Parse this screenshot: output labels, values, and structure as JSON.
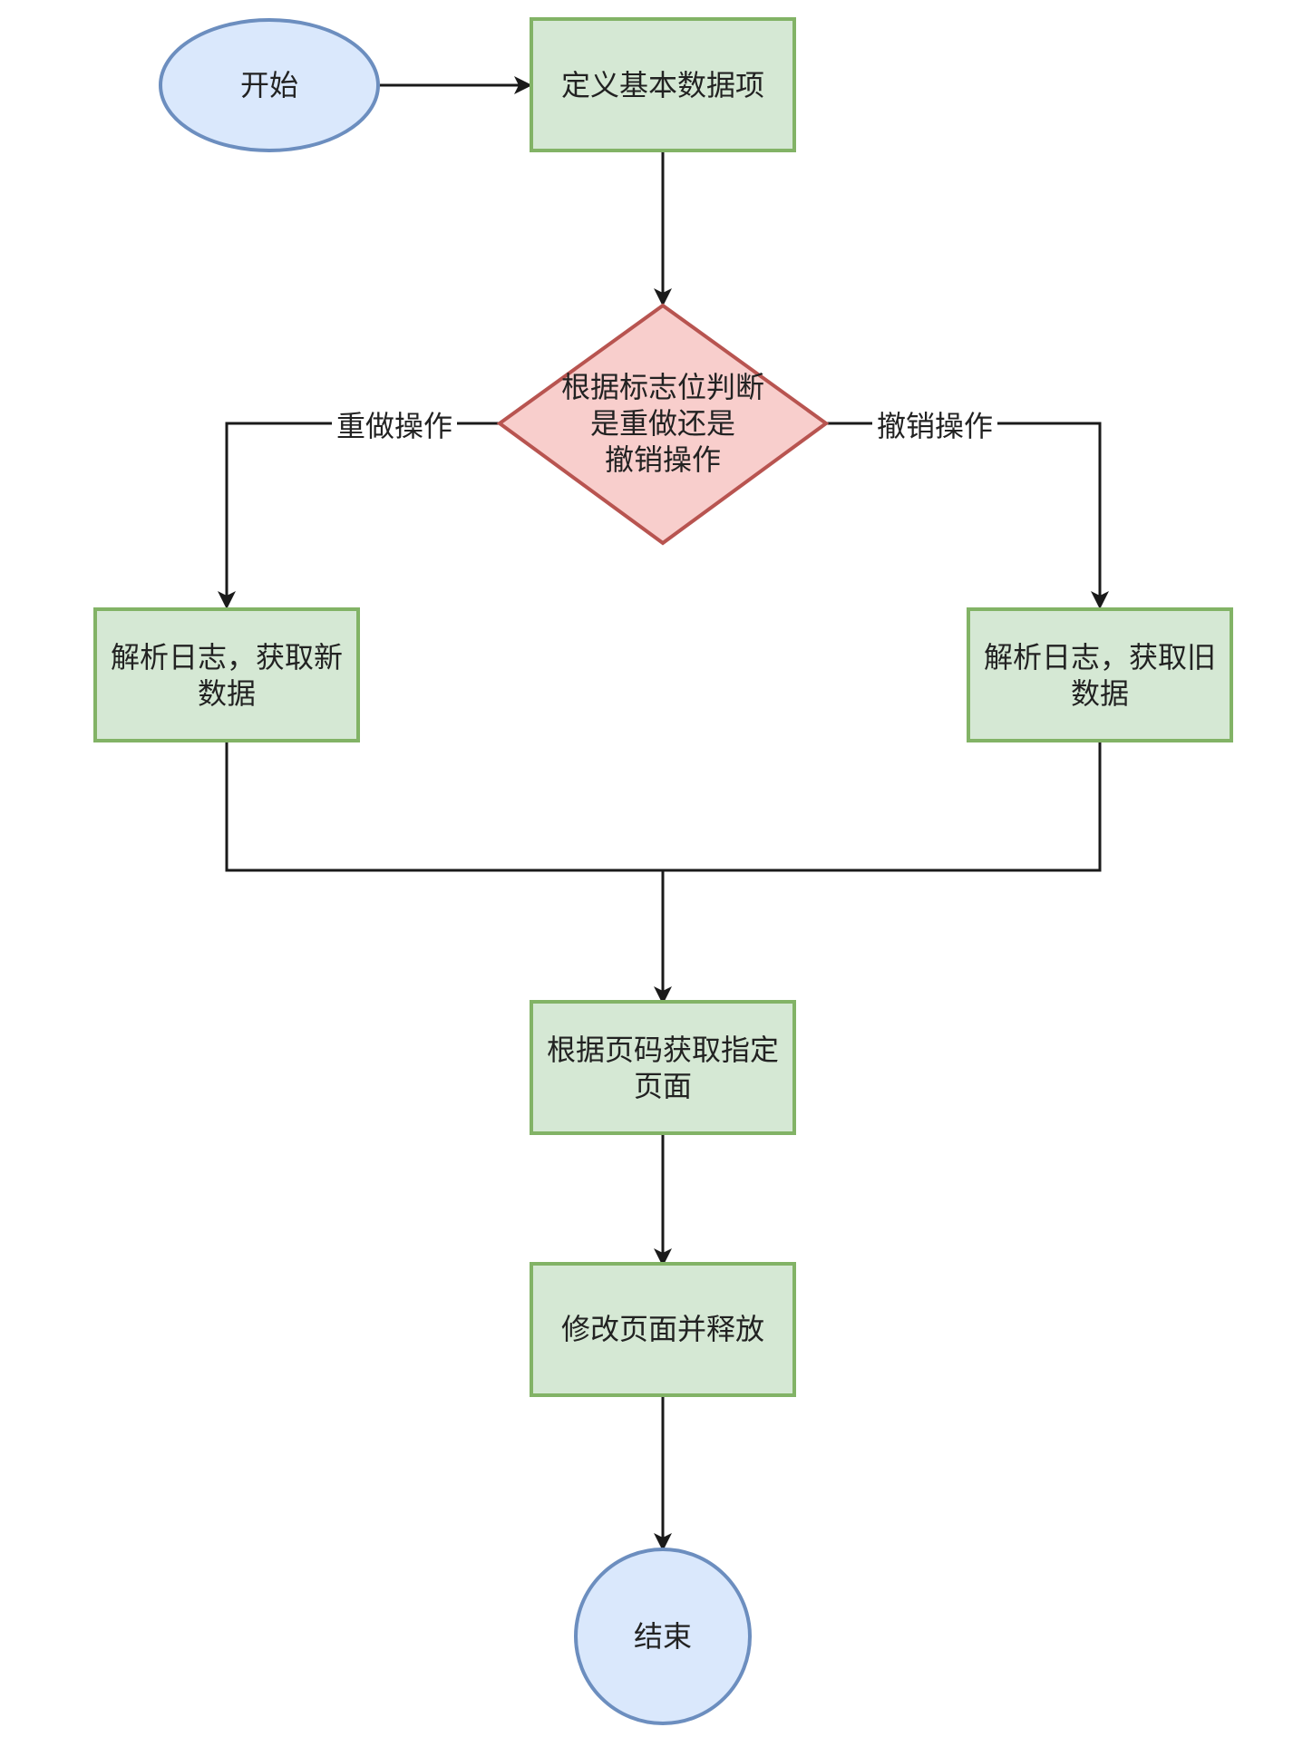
{
  "colors": {
    "terminal_fill": "#dae8fc",
    "terminal_stroke": "#6c8ebf",
    "process_fill": "#d5e8d4",
    "process_stroke": "#82b366",
    "decision_fill": "#f8cecc",
    "decision_stroke": "#b85450",
    "edge": "#1a1a1a",
    "text": "#222222"
  },
  "nodes": {
    "start": {
      "shape": "ellipse",
      "lines": [
        "开始"
      ]
    },
    "define": {
      "shape": "process",
      "lines": [
        "定义基本数据项"
      ]
    },
    "decision": {
      "shape": "decision",
      "lines": [
        "根据标志位判断",
        "是重做还是",
        "撤销操作"
      ]
    },
    "redo_parse": {
      "shape": "process",
      "lines": [
        "解析日志，获取新",
        "数据"
      ]
    },
    "undo_parse": {
      "shape": "process",
      "lines": [
        "解析日志，获取旧",
        "数据"
      ]
    },
    "get_page": {
      "shape": "process",
      "lines": [
        "根据页码获取指定",
        "页面"
      ]
    },
    "modify": {
      "shape": "process",
      "lines": [
        "修改页面并释放"
      ]
    },
    "end": {
      "shape": "circle",
      "lines": [
        "结束"
      ]
    }
  },
  "edges": [
    {
      "from": "start",
      "to": "define",
      "label": ""
    },
    {
      "from": "define",
      "to": "decision",
      "label": ""
    },
    {
      "from": "decision",
      "to": "redo_parse",
      "label": "重做操作"
    },
    {
      "from": "decision",
      "to": "undo_parse",
      "label": "撤销操作"
    },
    {
      "from": "redo_parse",
      "to": "get_page",
      "label": ""
    },
    {
      "from": "undo_parse",
      "to": "get_page",
      "label": ""
    },
    {
      "from": "get_page",
      "to": "modify",
      "label": ""
    },
    {
      "from": "modify",
      "to": "end",
      "label": ""
    }
  ]
}
